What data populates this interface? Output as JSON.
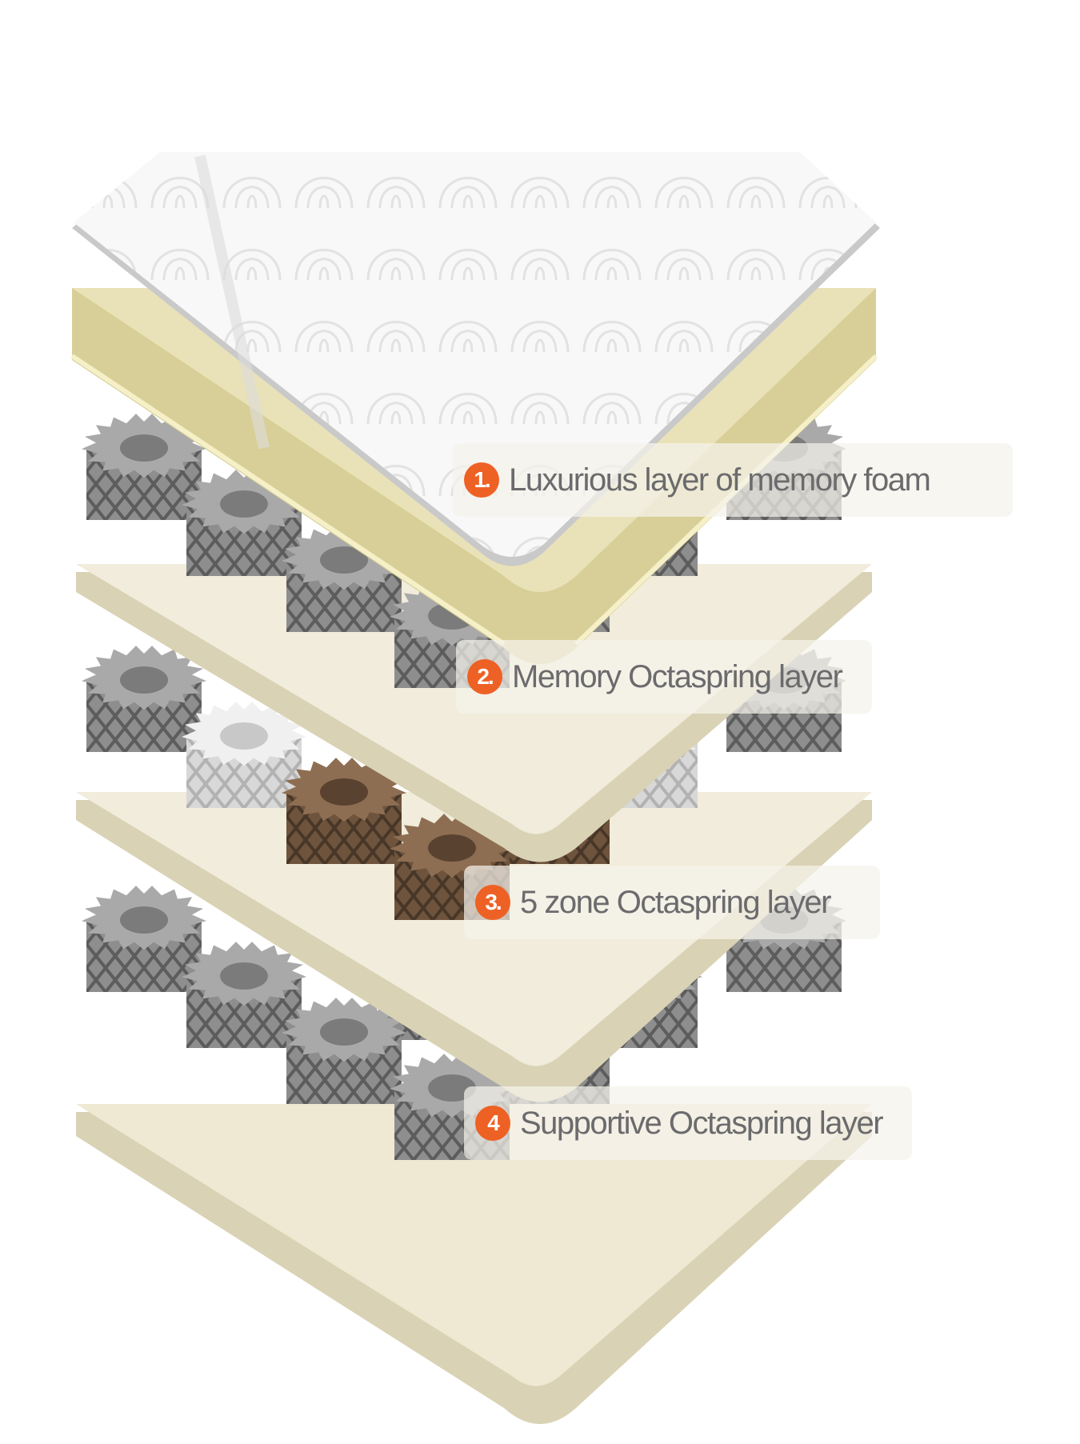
{
  "diagram": {
    "subject": "Mattress layer construction (exploded view)",
    "colors": {
      "badge": "#ee6125",
      "label_text": "#6b6b6d",
      "cover": "#f7f7f7",
      "memory_foam": "#e6dfb2",
      "base_foam": "#efe9d6",
      "spring_gray": "#9a9a9a",
      "spring_white": "#e8e8e8",
      "spring_brown": "#8a6a4e"
    },
    "callouts": [
      {
        "number": "1.",
        "label": "Luxurious layer of memory foam"
      },
      {
        "number": "2.",
        "label": "Memory Octaspring layer"
      },
      {
        "number": "3.",
        "label": "5 zone Octaspring layer"
      },
      {
        "number": "4",
        "label": "Supportive Octaspring layer"
      }
    ],
    "layers": [
      {
        "name": "quilted-cover"
      },
      {
        "name": "memory-foam-slab"
      },
      {
        "name": "memory-octaspring-layer"
      },
      {
        "name": "five-zone-octaspring-layer"
      },
      {
        "name": "supportive-octaspring-layer"
      }
    ]
  }
}
